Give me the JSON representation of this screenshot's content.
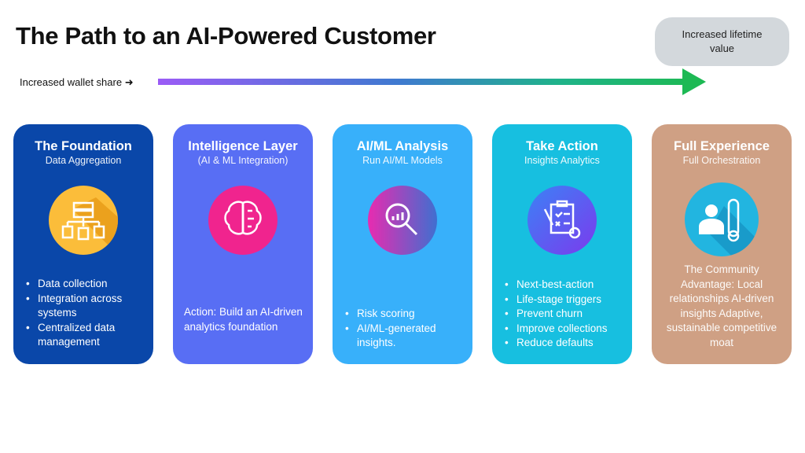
{
  "title": "The Path to an AI-Powered Customer",
  "wallet_label": "Increased wallet share",
  "wallet_arrow": "➜",
  "lifetime_label": "Increased lifetime value",
  "colors": {
    "card1": "#0a47a9",
    "card2": "#586ef4",
    "card3": "#38b0fa",
    "card4": "#17bfe0",
    "card5": "#cfa084"
  },
  "cards": [
    {
      "title": "The Foundation",
      "subtitle": "Data Aggregation",
      "icon": "server-network-icon",
      "bullets": [
        "Data collection",
        "Integration across systems",
        "Centralized data management"
      ]
    },
    {
      "title": "Intelligence Layer",
      "subtitle": "(AI & ML Integration)",
      "icon": "brain-circuit-icon",
      "text": "Action: Build an AI-driven analytics foundation"
    },
    {
      "title": "AI/ML Analysis",
      "subtitle": "Run AI/ML Models",
      "icon": "magnifier-chart-icon",
      "bullets": [
        "Risk scoring",
        "AI/ML-generated insights."
      ]
    },
    {
      "title": "Take Action",
      "subtitle": "Insights Analytics",
      "icon": "clipboard-gear-icon",
      "bullets": [
        "Next-best-action",
        "Life-stage triggers",
        "Prevent churn",
        "Improve collections",
        "Reduce defaults"
      ]
    },
    {
      "title": "Full Experience",
      "subtitle": "Full Orchestration",
      "icon": "user-rating-icon",
      "text": "The Community Advantage: Local relationships AI-driven insights Adaptive, sustainable competitive moat"
    }
  ]
}
